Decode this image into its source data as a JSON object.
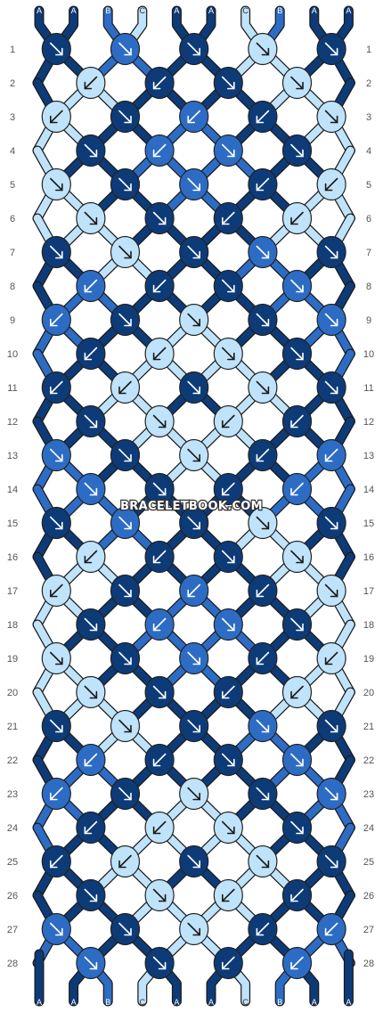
{
  "watermark": "BRACELETBOOK.COM",
  "colors": {
    "A": "#0d3b78",
    "B": "#2d6cc4",
    "C": "#bfe3fb"
  },
  "strings_top": [
    "A",
    "A",
    "B",
    "C",
    "A",
    "A",
    "C",
    "B",
    "A",
    "A"
  ],
  "strings_bottom": [
    "A",
    "A",
    "B",
    "C",
    "A",
    "A",
    "C",
    "B",
    "A",
    "A"
  ],
  "row_numbers": [
    "1",
    "2",
    "3",
    "4",
    "5",
    "6",
    "7",
    "8",
    "9",
    "10",
    "11",
    "12",
    "13",
    "14",
    "15",
    "16",
    "17",
    "18",
    "19",
    "20",
    "21",
    "22",
    "23",
    "24",
    "25",
    "26",
    "27",
    "28"
  ],
  "rows": [
    {
      "knots": [
        {
          "c": "A",
          "d": "R"
        },
        {
          "c": "B",
          "d": "R"
        },
        {
          "c": "A",
          "d": "R"
        },
        {
          "c": "C",
          "d": "R"
        },
        {
          "c": "A",
          "d": "R"
        }
      ]
    },
    {
      "knots": [
        {
          "c": "C",
          "d": "L"
        },
        {
          "c": "A",
          "d": "L"
        },
        {
          "c": "A",
          "d": "R"
        },
        {
          "c": "C",
          "d": "R"
        }
      ]
    },
    {
      "knots": [
        {
          "c": "C",
          "d": "L"
        },
        {
          "c": "A",
          "d": "R"
        },
        {
          "c": "B",
          "d": "L"
        },
        {
          "c": "A",
          "d": "L"
        },
        {
          "c": "C",
          "d": "R"
        }
      ]
    },
    {
      "knots": [
        {
          "c": "A",
          "d": "R"
        },
        {
          "c": "B",
          "d": "L"
        },
        {
          "c": "B",
          "d": "R"
        },
        {
          "c": "A",
          "d": "R"
        }
      ]
    },
    {
      "knots": [
        {
          "c": "C",
          "d": "R"
        },
        {
          "c": "A",
          "d": "R"
        },
        {
          "c": "B",
          "d": "R"
        },
        {
          "c": "A",
          "d": "L"
        },
        {
          "c": "C",
          "d": "L"
        }
      ]
    },
    {
      "knots": [
        {
          "c": "C",
          "d": "R"
        },
        {
          "c": "A",
          "d": "R"
        },
        {
          "c": "A",
          "d": "L"
        },
        {
          "c": "C",
          "d": "L"
        }
      ]
    },
    {
      "knots": [
        {
          "c": "A",
          "d": "R"
        },
        {
          "c": "C",
          "d": "R"
        },
        {
          "c": "A",
          "d": "R"
        },
        {
          "c": "B",
          "d": "R"
        },
        {
          "c": "A",
          "d": "R"
        }
      ]
    },
    {
      "knots": [
        {
          "c": "B",
          "d": "L"
        },
        {
          "c": "A",
          "d": "L"
        },
        {
          "c": "A",
          "d": "R"
        },
        {
          "c": "B",
          "d": "R"
        }
      ]
    },
    {
      "knots": [
        {
          "c": "B",
          "d": "L"
        },
        {
          "c": "A",
          "d": "R"
        },
        {
          "c": "C",
          "d": "R"
        },
        {
          "c": "A",
          "d": "R"
        },
        {
          "c": "B",
          "d": "R"
        }
      ]
    },
    {
      "knots": [
        {
          "c": "A",
          "d": "L"
        },
        {
          "c": "C",
          "d": "L"
        },
        {
          "c": "C",
          "d": "R"
        },
        {
          "c": "A",
          "d": "R"
        }
      ]
    },
    {
      "knots": [
        {
          "c": "A",
          "d": "L"
        },
        {
          "c": "C",
          "d": "L"
        },
        {
          "c": "A",
          "d": "R"
        },
        {
          "c": "C",
          "d": "R"
        },
        {
          "c": "A",
          "d": "R"
        }
      ]
    },
    {
      "knots": [
        {
          "c": "A",
          "d": "R"
        },
        {
          "c": "C",
          "d": "R"
        },
        {
          "c": "C",
          "d": "L"
        },
        {
          "c": "A",
          "d": "L"
        }
      ]
    },
    {
      "knots": [
        {
          "c": "B",
          "d": "R"
        },
        {
          "c": "A",
          "d": "R"
        },
        {
          "c": "C",
          "d": "R"
        },
        {
          "c": "A",
          "d": "L"
        },
        {
          "c": "B",
          "d": "L"
        }
      ]
    },
    {
      "knots": [
        {
          "c": "B",
          "d": "R"
        },
        {
          "c": "A",
          "d": "R"
        },
        {
          "c": "A",
          "d": "L"
        },
        {
          "c": "B",
          "d": "L"
        }
      ]
    },
    {
      "knots": [
        {
          "c": "A",
          "d": "R"
        },
        {
          "c": "B",
          "d": "R"
        },
        {
          "c": "A",
          "d": "R"
        },
        {
          "c": "C",
          "d": "R"
        },
        {
          "c": "A",
          "d": "R"
        }
      ]
    },
    {
      "knots": [
        {
          "c": "C",
          "d": "L"
        },
        {
          "c": "A",
          "d": "L"
        },
        {
          "c": "A",
          "d": "R"
        },
        {
          "c": "C",
          "d": "R"
        }
      ]
    },
    {
      "knots": [
        {
          "c": "C",
          "d": "L"
        },
        {
          "c": "A",
          "d": "R"
        },
        {
          "c": "B",
          "d": "L"
        },
        {
          "c": "A",
          "d": "L"
        },
        {
          "c": "C",
          "d": "R"
        }
      ]
    },
    {
      "knots": [
        {
          "c": "A",
          "d": "R"
        },
        {
          "c": "B",
          "d": "L"
        },
        {
          "c": "B",
          "d": "R"
        },
        {
          "c": "A",
          "d": "R"
        }
      ]
    },
    {
      "knots": [
        {
          "c": "C",
          "d": "R"
        },
        {
          "c": "A",
          "d": "R"
        },
        {
          "c": "B",
          "d": "R"
        },
        {
          "c": "A",
          "d": "L"
        },
        {
          "c": "C",
          "d": "L"
        }
      ]
    },
    {
      "knots": [
        {
          "c": "C",
          "d": "R"
        },
        {
          "c": "A",
          "d": "R"
        },
        {
          "c": "A",
          "d": "L"
        },
        {
          "c": "C",
          "d": "L"
        }
      ]
    },
    {
      "knots": [
        {
          "c": "A",
          "d": "R"
        },
        {
          "c": "C",
          "d": "R"
        },
        {
          "c": "A",
          "d": "R"
        },
        {
          "c": "B",
          "d": "R"
        },
        {
          "c": "A",
          "d": "R"
        }
      ]
    },
    {
      "knots": [
        {
          "c": "B",
          "d": "L"
        },
        {
          "c": "A",
          "d": "L"
        },
        {
          "c": "A",
          "d": "R"
        },
        {
          "c": "B",
          "d": "R"
        }
      ]
    },
    {
      "knots": [
        {
          "c": "B",
          "d": "L"
        },
        {
          "c": "A",
          "d": "R"
        },
        {
          "c": "C",
          "d": "R"
        },
        {
          "c": "A",
          "d": "R"
        },
        {
          "c": "B",
          "d": "R"
        }
      ]
    },
    {
      "knots": [
        {
          "c": "A",
          "d": "L"
        },
        {
          "c": "C",
          "d": "L"
        },
        {
          "c": "C",
          "d": "R"
        },
        {
          "c": "A",
          "d": "R"
        }
      ]
    },
    {
      "knots": [
        {
          "c": "A",
          "d": "L"
        },
        {
          "c": "C",
          "d": "L"
        },
        {
          "c": "A",
          "d": "R"
        },
        {
          "c": "C",
          "d": "R"
        },
        {
          "c": "A",
          "d": "R"
        }
      ]
    },
    {
      "knots": [
        {
          "c": "A",
          "d": "R"
        },
        {
          "c": "C",
          "d": "R"
        },
        {
          "c": "C",
          "d": "L"
        },
        {
          "c": "A",
          "d": "L"
        }
      ]
    },
    {
      "knots": [
        {
          "c": "B",
          "d": "R"
        },
        {
          "c": "A",
          "d": "R"
        },
        {
          "c": "C",
          "d": "R"
        },
        {
          "c": "A",
          "d": "L"
        },
        {
          "c": "B",
          "d": "L"
        }
      ]
    },
    {
      "knots": [
        {
          "c": "B",
          "d": "R"
        },
        {
          "c": "A",
          "d": "R"
        },
        {
          "c": "A",
          "d": "L"
        },
        {
          "c": "B",
          "d": "L"
        }
      ]
    }
  ]
}
